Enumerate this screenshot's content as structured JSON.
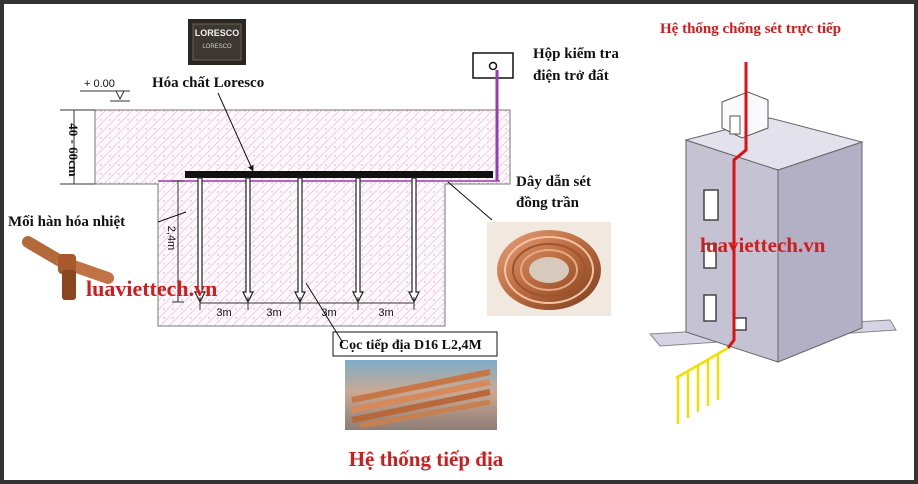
{
  "left_diagram": {
    "level_mark": "+ 0.00",
    "depth_label": "40 - 60cm",
    "product_badge_top": "LORESCO",
    "product_badge_bottom": "LORESCO",
    "chemical_label": "Hóa chất Loresco",
    "inspection_box_label_line1": "Hộp kiểm tra",
    "inspection_box_label_line2": "điện trở đất",
    "conductor_label_line1": "Dây dẫn sét",
    "conductor_label_line2": "đồng trần",
    "weld_label": "Mối hàn hóa nhiệt",
    "rod_length_label": "2,4m",
    "spacings": [
      "3m",
      "3m",
      "3m",
      "3m"
    ],
    "rod_label": "Cọc tiếp địa D16 L2,4M",
    "watermark": "luaviettech.vn",
    "caption": "Hệ thống tiếp địa"
  },
  "right_diagram": {
    "title": "Hệ thống chống sét trực tiếp",
    "watermark": "luaviettech.vn"
  },
  "colors": {
    "caption_red": "#d01c1c",
    "conductor_purple": "#9b3bb0",
    "lightning_red": "#e01010",
    "ground_yellow": "#f0e000",
    "building_gray": "#c9c6d6"
  }
}
